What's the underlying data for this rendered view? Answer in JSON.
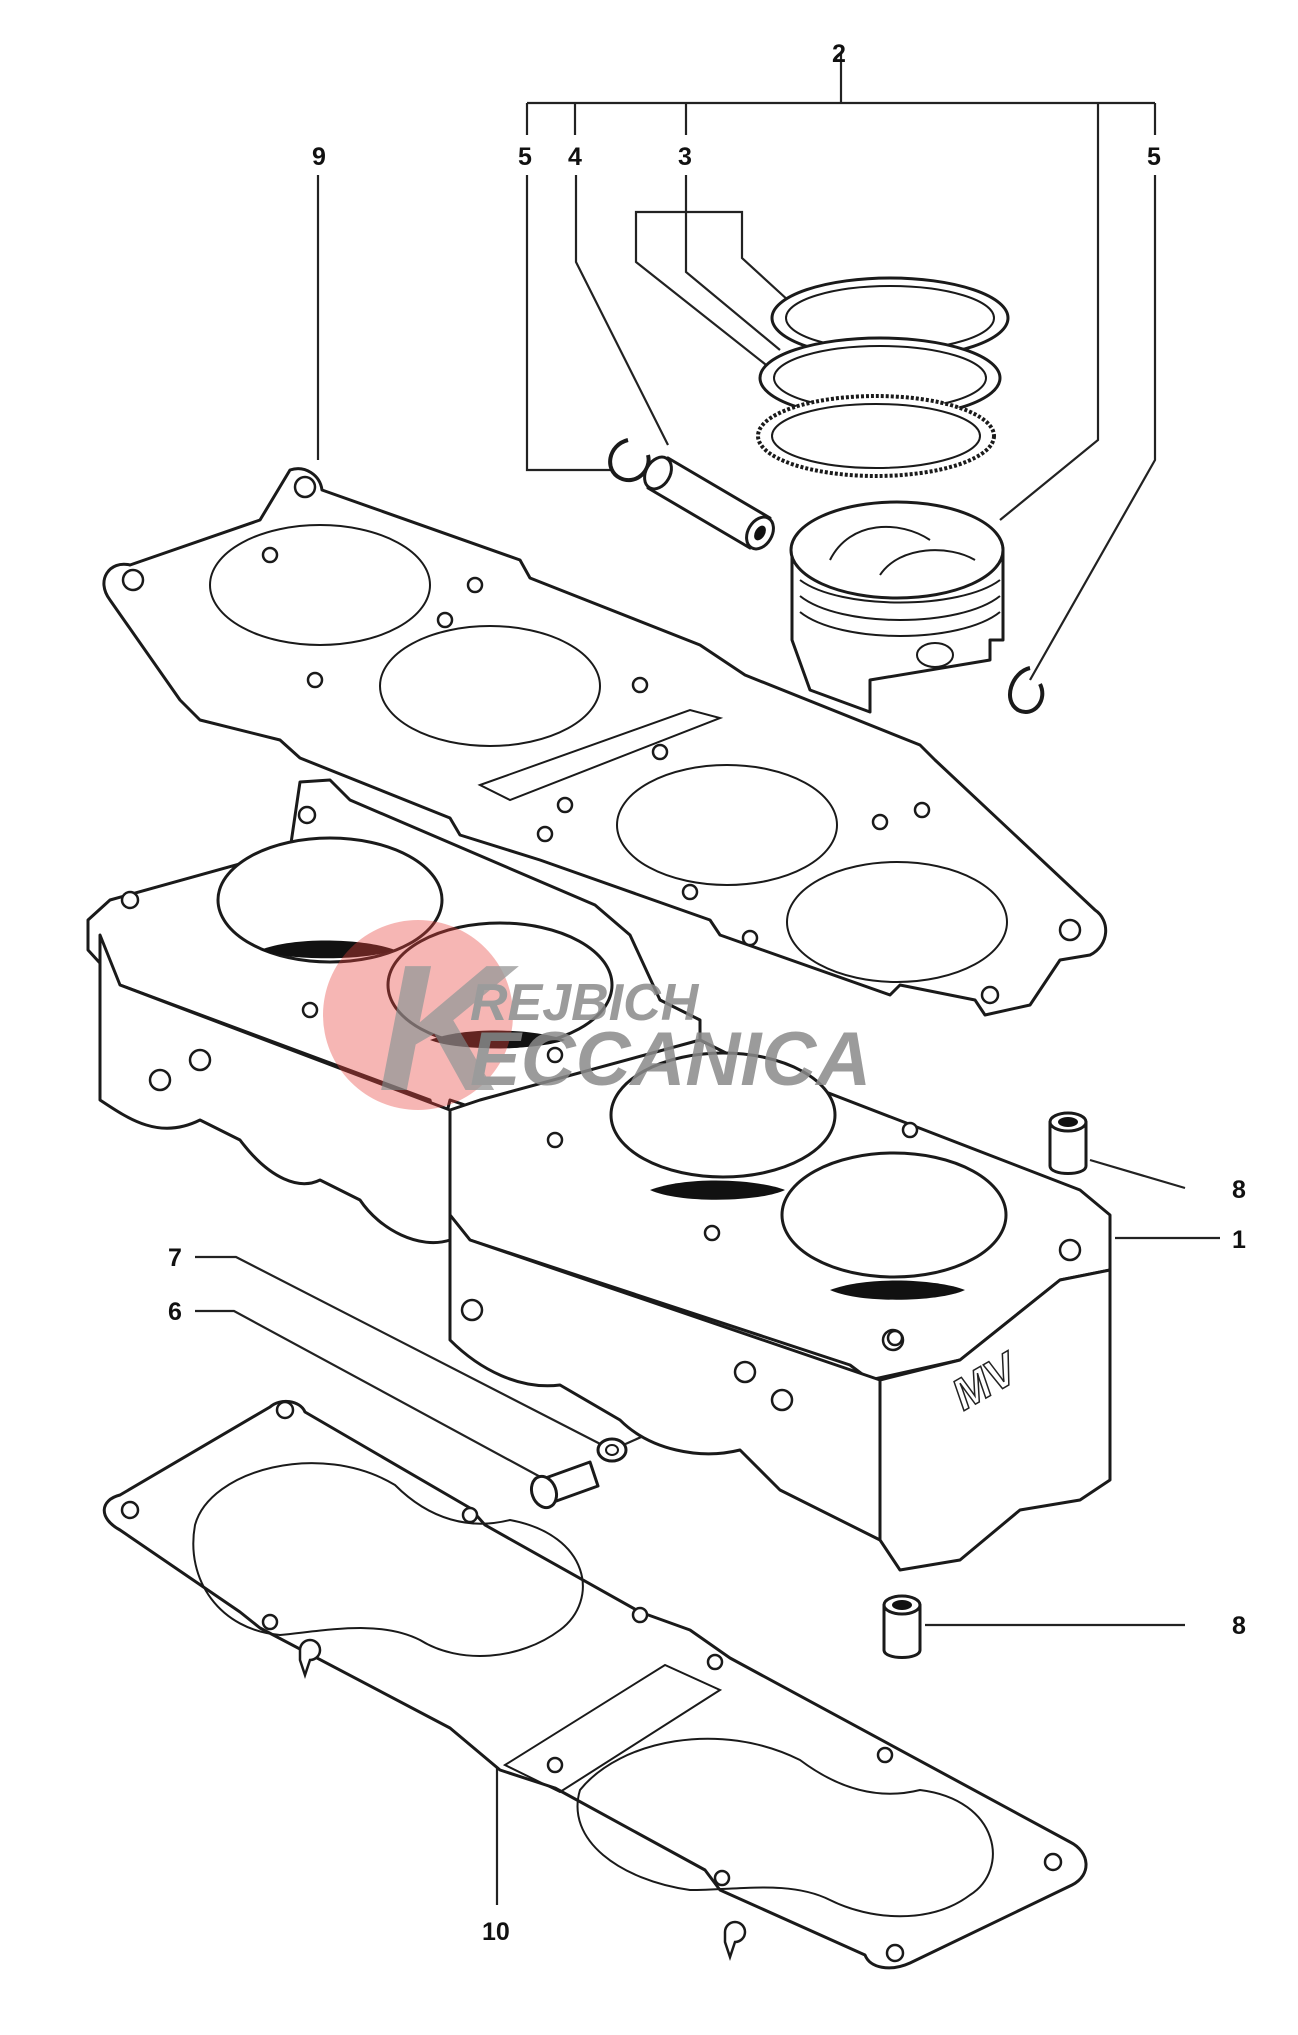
{
  "callouts": {
    "c1": "1",
    "c2": "2",
    "c3": "3",
    "c4": "4",
    "c5a": "5",
    "c5b": "5",
    "c6": "6",
    "c7": "7",
    "c8a": "8",
    "c8b": "8",
    "c9": "9",
    "c10": "10"
  },
  "watermark": {
    "line1": "REJBICH",
    "line2": "ECCANICA",
    "letter": "K",
    "color_circle": "#e8423c",
    "color_text": "#8a8a8a"
  },
  "brand_mark": "MV"
}
